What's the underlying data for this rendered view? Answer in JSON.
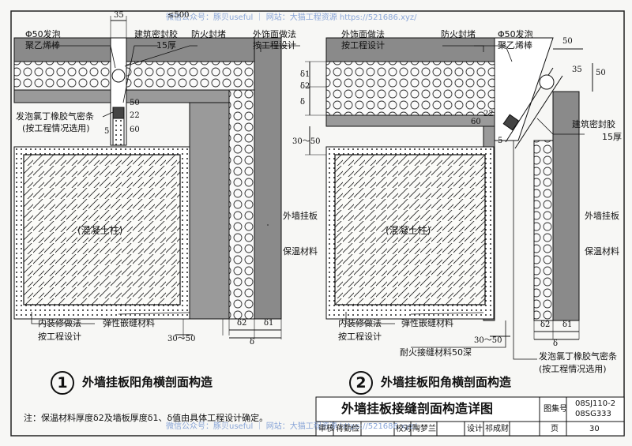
{
  "watermarks": {
    "top": "微信公众号：豚贝useful ｜ 网站：大猫工程资源 https://521686.xyz/",
    "bottom": "微信公众号：豚贝useful ｜ 网站：大猫工程资源 https://521686.xyz/"
  },
  "left_detail": {
    "labels": {
      "foam_rod": [
        "Φ50发泡",
        "聚乙烯棒"
      ],
      "sealant": [
        "建筑密封胶",
        "15厚"
      ],
      "fire_seal": "防火封堵",
      "finish": [
        "外饰面做法",
        "按工程设计"
      ],
      "gasket": [
        "发泡氯丁橡胶气密条",
        "(按工程情况选用)"
      ],
      "column": "(混凝土柱)",
      "panel": "外墙挂板",
      "insulation": "保温材料",
      "interior": [
        "内装修做法",
        "按工程设计"
      ],
      "elastic": "弹性嵌缝材料"
    },
    "dims": {
      "top_gap": "35",
      "max_gap": "≤500",
      "d60": "60",
      "d22": "22",
      "d50": "50",
      "d5": "5",
      "d_bottom": "30～50",
      "delta2": "δ2",
      "delta1": "δ1",
      "delta": "δ"
    },
    "caption_no": "1",
    "caption": "外墙挂板阳角横剖面构造"
  },
  "right_detail": {
    "labels": {
      "finish": [
        "外饰面做法",
        "按工程设计"
      ],
      "fire_seal": "防火封堵",
      "foam_rod": [
        "Φ50发泡",
        "聚乙烯棒"
      ],
      "sealant": [
        "建筑密封胶",
        "15厚"
      ],
      "column": "(混凝土柱)",
      "panel": "外墙挂板",
      "insulation": "保温材料",
      "interior": [
        "内装修做法",
        "按工程设计"
      ],
      "elastic": "弹性嵌缝材料",
      "fire_joint": "耐火接缝材料50深",
      "gasket": [
        "发泡氯丁橡胶气密条",
        "(按工程情况选用)"
      ]
    },
    "dims": {
      "d50a": "50",
      "d50b": "50",
      "d35": "35",
      "d60": "60",
      "d22": "22",
      "d5": "5",
      "d30_50_left": "30～50",
      "d30_50_bottom": "30～50",
      "delta": "δ",
      "delta1": "δ1",
      "delta2": "δ2"
    },
    "caption_no": "2",
    "caption": "外墙挂板阳角横剖面构造"
  },
  "note": "注：保温材料厚度δ2及墙板厚度δ1、δ值由具体工程设计确定。",
  "title_block": {
    "title": "外墙挂板接缝剖面构造详图",
    "atlas_label": "图集号",
    "atlas_no": [
      "08SJ110-2",
      "08SG333"
    ],
    "review": "审核",
    "reviewer": "蒋勤俭",
    "check": "校对",
    "checker": "陶梦兰",
    "design": "设计",
    "designer": "祁成财",
    "page_label": "页",
    "page_no": "30"
  }
}
